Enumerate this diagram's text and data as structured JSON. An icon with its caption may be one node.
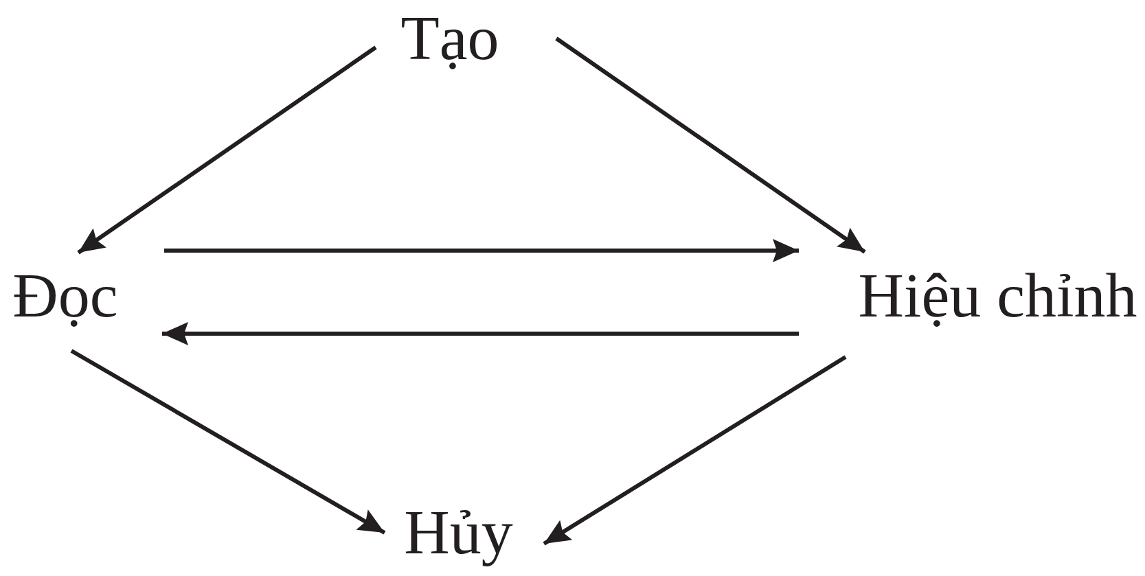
{
  "diagram": {
    "nodes": [
      {
        "text": [
          "Tạo"
        ]
      },
      {
        "text": [
          "Đọc"
        ]
      },
      {
        "text": [
          "Hiệu chỉnh"
        ]
      },
      {
        "text": [
          "Hủy"
        ]
      }
    ],
    "edges": [
      {
        "from": 0,
        "to": 1,
        "arrow": "to"
      },
      {
        "from": 0,
        "to": 2,
        "arrow": "to"
      },
      {
        "from": 1,
        "to": 2,
        "arrow": "to"
      },
      {
        "from": 2,
        "to": 1,
        "arrow": "to"
      },
      {
        "from": 1,
        "to": 3,
        "arrow": "to"
      },
      {
        "from": 2,
        "to": 3,
        "arrow": "to"
      }
    ]
  }
}
